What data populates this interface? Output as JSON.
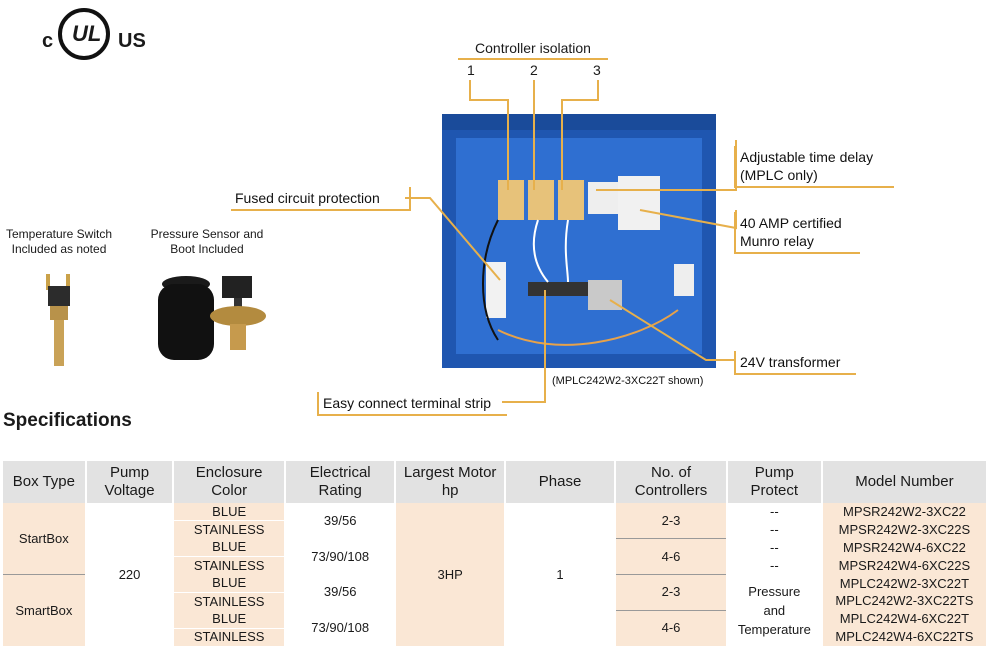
{
  "logo": {
    "c": "c",
    "ul": "UL",
    "us": "US"
  },
  "accessories": {
    "temp_switch": "Temperature Switch Included as noted",
    "pressure_sensor": "Pressure Sensor and Boot Included"
  },
  "diagram": {
    "controller_isolation": "Controller isolation",
    "controller_numbers": [
      "1",
      "2",
      "3"
    ],
    "callouts": {
      "fused": "Fused circuit protection",
      "time_delay": "Adjustable time delay (MPLC only)",
      "relay": "40 AMP certified Munro relay",
      "transformer": "24V transformer",
      "terminal": "Easy connect terminal strip"
    },
    "caption": "(MPLC242W2-3XC22T shown)"
  },
  "specifications": {
    "heading": "Specifications",
    "headers": [
      "Box Type",
      "Pump Voltage",
      "Enclosure Color",
      "Electrical Rating",
      "Largest Motor hp",
      "Phase",
      "No. of Controllers",
      "Pump Protect",
      "Model Number"
    ],
    "box_types": [
      "StartBox",
      "SmartBox"
    ],
    "pump_voltage": "220",
    "largest_motor": "3HP",
    "phase": "1",
    "pump_protect_smart": "Pressure and Temperature",
    "rows": [
      {
        "color": "BLUE",
        "model": "MPSR242W2-3XC22",
        "protect": "--"
      },
      {
        "color": "STAINLESS",
        "model": "MPSR242W2-3XC22S",
        "protect": "--"
      },
      {
        "color": "BLUE",
        "model": "MPSR242W4-6XC22",
        "protect": "--"
      },
      {
        "color": "STAINLESS",
        "model": "MPSR242W4-6XC22S",
        "protect": "--"
      },
      {
        "color": "BLUE",
        "model": "MPLC242W2-3XC22T"
      },
      {
        "color": "STAINLESS",
        "model": "MPLC242W2-3XC22TS"
      },
      {
        "color": "BLUE",
        "model": "MPLC242W4-6XC22T"
      },
      {
        "color": "STAINLESS",
        "model": "MPLC242W4-6XC22TS"
      }
    ],
    "ratings": [
      "39/56",
      "73/90/108",
      "39/56",
      "73/90/108"
    ],
    "controllers": [
      "2-3",
      "4-6",
      "2-3",
      "4-6"
    ]
  }
}
